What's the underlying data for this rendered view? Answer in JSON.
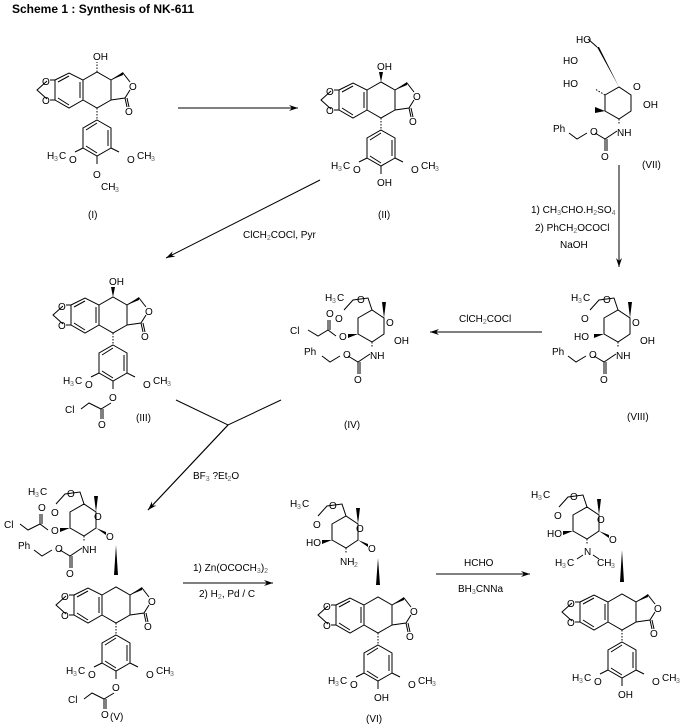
{
  "title": "Scheme 1 :  Synthesis of NK-611",
  "compounds": [
    {
      "id": "I",
      "label": "(I)",
      "groups": [
        "OH",
        "O",
        "O",
        "O",
        "O",
        "H3C",
        "O",
        "O",
        "CH3",
        "O",
        "CH3"
      ]
    },
    {
      "id": "II",
      "label": "(II)",
      "groups": [
        "OH",
        "O",
        "O",
        "O",
        "O",
        "H3C",
        "O",
        "O",
        "CH3",
        "OH"
      ]
    },
    {
      "id": "III",
      "label": "(III)",
      "groups": [
        "OH",
        "O",
        "O",
        "O",
        "O",
        "H3C",
        "O",
        "O",
        "CH3",
        "O",
        "Cl",
        "O"
      ]
    },
    {
      "id": "IV",
      "label": "(IV)",
      "groups": [
        "H3C",
        "O",
        "O",
        "O",
        "O",
        "Cl",
        "O",
        "OH",
        "NH",
        "Ph",
        "O",
        "O"
      ]
    },
    {
      "id": "V",
      "label": "(V)",
      "groups": [
        "H3C",
        "O",
        "O",
        "O",
        "O",
        "Cl",
        "O",
        "O",
        "NH",
        "Ph",
        "O",
        "O",
        "H3C",
        "O",
        "O",
        "CH3",
        "O",
        "Cl",
        "O"
      ]
    },
    {
      "id": "VI",
      "label": "(VI)",
      "groups": [
        "H3C",
        "O",
        "O",
        "O",
        "HO",
        "O",
        "NH2",
        "H3C",
        "O",
        "O",
        "CH3",
        "OH"
      ]
    },
    {
      "id": "VII",
      "label": "(VII)",
      "groups": [
        "HO",
        "HO",
        "O",
        "HO",
        "OH",
        "NH",
        "Ph",
        "O",
        "O"
      ]
    },
    {
      "id": "VIII",
      "label": "(VIII)",
      "groups": [
        "H3C",
        "O",
        "O",
        "O",
        "HO",
        "OH",
        "NH",
        "Ph",
        "O",
        "O"
      ]
    },
    {
      "id": "NK611",
      "label": "",
      "groups": [
        "H3C",
        "O",
        "O",
        "O",
        "HO",
        "O",
        "N",
        "H3C",
        "CH3",
        "H3C",
        "O",
        "O",
        "CH3",
        "OH"
      ]
    }
  ],
  "reactions": [
    {
      "from": "I",
      "to": "II",
      "conditions": []
    },
    {
      "from": "II",
      "to": "III",
      "conditions": [
        "ClCH2COCl, Pyr"
      ]
    },
    {
      "from": "VII",
      "to": "VIII",
      "conditions": [
        "1) CH3CHO.H2SO4",
        "2) PhCH2OCOCl",
        "NaOH"
      ]
    },
    {
      "from": "VIII",
      "to": "IV",
      "conditions": [
        "ClCH2COCl"
      ]
    },
    {
      "from": "III + IV",
      "to": "V",
      "conditions": [
        "BF3 ?Et2O"
      ]
    },
    {
      "from": "V",
      "to": "VI",
      "conditions": [
        "1) Zn(OCOCH3)2",
        "2) H2, Pd / C"
      ]
    },
    {
      "from": "VI",
      "to": "NK611",
      "conditions": [
        "HCHO",
        "BH3CNNa"
      ]
    }
  ],
  "text": {
    "r2": {
      "a": "ClCH",
      "b": "2",
      "c": "COCl, Pyr"
    },
    "r3": {
      "l1a": "1) CH",
      "l1b": "3",
      "l1c": "CHO.H",
      "l1d": "2",
      "l1e": "SO",
      "l1f": "4",
      "l2a": "2) PhCH",
      "l2b": "2",
      "l2c": "OCOCl",
      "l3": "NaOH"
    },
    "r4": {
      "a": "ClCH",
      "b": "2",
      "c": "COCl"
    },
    "r5": {
      "a": "BF",
      "b": "3",
      "c": " ?Et",
      "d": "2",
      "e": "O"
    },
    "r6": {
      "l1a": "1) Zn(OCOCH",
      "l1b": "3",
      "l1c": ")",
      "l1d": "2",
      "l2a": "2) H",
      "l2b": "2",
      "l2c": ", Pd / C"
    },
    "r7": {
      "l1": "HCHO",
      "l2a": "BH",
      "l2b": "3",
      "l2c": "CNNa"
    },
    "atoms": {
      "OH": "OH",
      "HO": "HO",
      "O": "O",
      "H": "H",
      "C": "C",
      "CH": "CH",
      "sub3": "3",
      "sub2": "2",
      "Cl": "Cl",
      "NH": "NH",
      "NH2a": "NH",
      "Ph": "Ph",
      "N": "N"
    }
  }
}
